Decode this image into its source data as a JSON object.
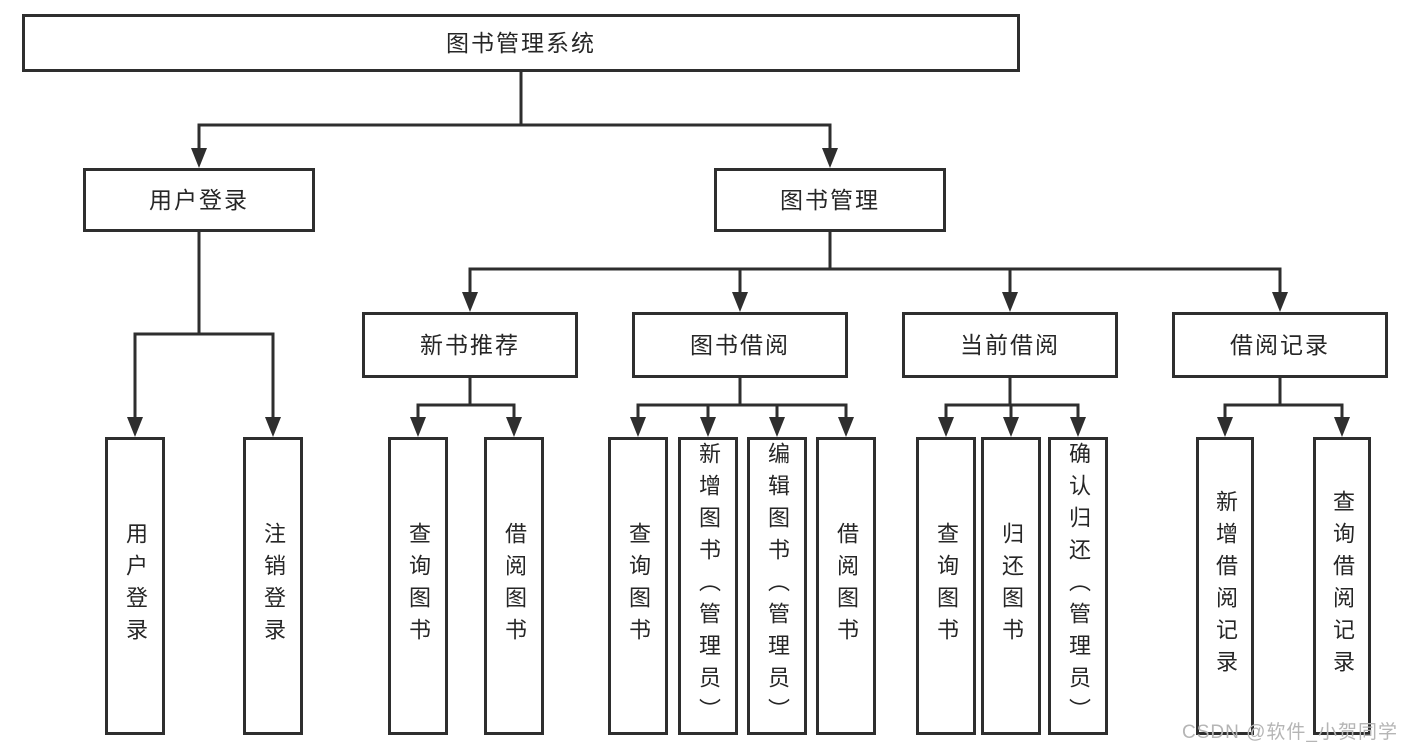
{
  "tree": {
    "root": "图书管理系统",
    "branches": [
      {
        "label": "用户登录",
        "children": [
          "用户登录",
          "注销登录"
        ]
      },
      {
        "label": "图书管理",
        "children": [
          {
            "label": "新书推荐",
            "children": [
              "查询图书",
              "借阅图书"
            ]
          },
          {
            "label": "图书借阅",
            "children": [
              "查询图书",
              "新增图书（管理员）",
              "编辑图书（管理员）",
              "借阅图书"
            ]
          },
          {
            "label": "当前借阅",
            "children": [
              "查询图书",
              "归还图书",
              "确认归还（管理员）"
            ]
          },
          {
            "label": "借阅记录",
            "children": [
              "新增借阅记录",
              "查询借阅记录"
            ]
          }
        ]
      }
    ]
  },
  "watermark": "CSDN @软件_小贺同学",
  "colors": {
    "line": "#2e2e2e",
    "box_border": "#2e2e2e",
    "text": "#262626",
    "watermark": "#b5b5b5",
    "background": "#ffffff"
  }
}
